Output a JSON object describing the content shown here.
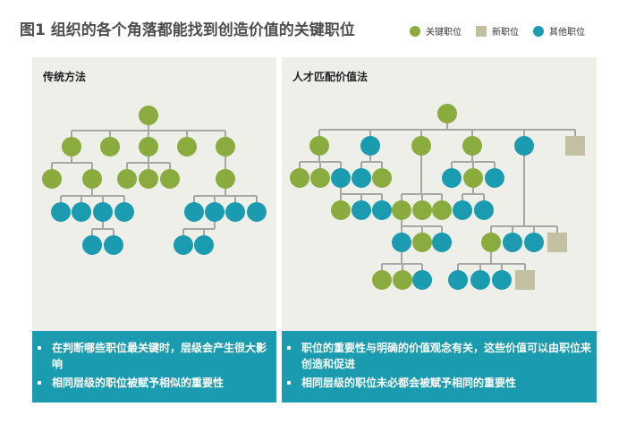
{
  "title": "图1 组织的各个角落都能找到创造价值的关键职位",
  "legend": [
    {
      "label": "关键职位",
      "shape": "circle",
      "color": "#8aab3d"
    },
    {
      "label": "新职位",
      "shape": "square",
      "color": "#c2c0a0"
    },
    {
      "label": "其他职位",
      "shape": "circle",
      "color": "#1b9bb0"
    }
  ],
  "colors": {
    "key": "#8aab3d",
    "new": "#c2c0a0",
    "other": "#1b9bb0",
    "connector": "#a6a6a6",
    "panel": "#efefe9",
    "notes": "#1b9bb0"
  },
  "panels": {
    "left": {
      "title": "传统方法",
      "notes": [
        "在判断哪些职位最关键时，层级会产生很大影响",
        "相同层级的职位被赋予相似的重要性"
      ],
      "levels": [
        [
          "key"
        ],
        [
          "key",
          "key",
          "key",
          "key",
          "key"
        ],
        [
          "key",
          "key",
          "key",
          "key",
          "key",
          "key"
        ],
        [
          "other",
          "other",
          "other",
          "other",
          "other",
          "other",
          "other",
          "other"
        ],
        [
          "other",
          "other",
          "other",
          "other"
        ]
      ]
    },
    "right": {
      "title": "人才匹配价值法",
      "notes": [
        "职位的重要性与明确的价值观念有关，这些价值可以由职位来创造和促进",
        "相同层级的职位未必都会被赋予相同的重要性"
      ],
      "levels": [
        [
          "key"
        ],
        [
          "key",
          "other",
          "key",
          "key",
          "other",
          "new"
        ],
        [
          "key",
          "key",
          "other",
          "other",
          "key",
          "other",
          "key",
          "other"
        ],
        [
          "key",
          "other",
          "other",
          "key",
          "key",
          "key",
          "other",
          "other"
        ],
        [
          "other",
          "key",
          "other",
          "key",
          "other",
          "other",
          "new"
        ],
        [
          "key",
          "key",
          "other",
          "other",
          "other",
          "other",
          "new"
        ]
      ]
    }
  }
}
